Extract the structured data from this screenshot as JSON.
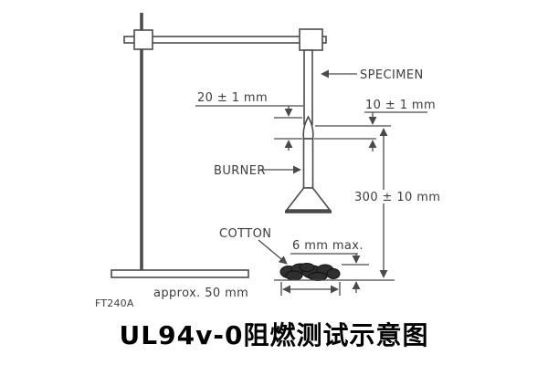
{
  "title": "UL94v-0阻燃测试示意图",
  "figure_code": "FT240A",
  "labels": {
    "specimen": "SPECIMEN",
    "burner": "BURNER",
    "cotton": "COTTON"
  },
  "dimensions": {
    "flame_height": "20 ± 1 mm",
    "burner_to_specimen": "10 ± 1 mm",
    "specimen_to_cotton": "300 ± 10 mm",
    "cotton_thickness": "6 mm max.",
    "cotton_width": "approx. 50 mm"
  },
  "colors": {
    "line": "#4a4a4a",
    "text": "#3d3d3d",
    "title": "#000000",
    "background": "#ffffff",
    "cotton_fill": "#2f2f2f"
  }
}
